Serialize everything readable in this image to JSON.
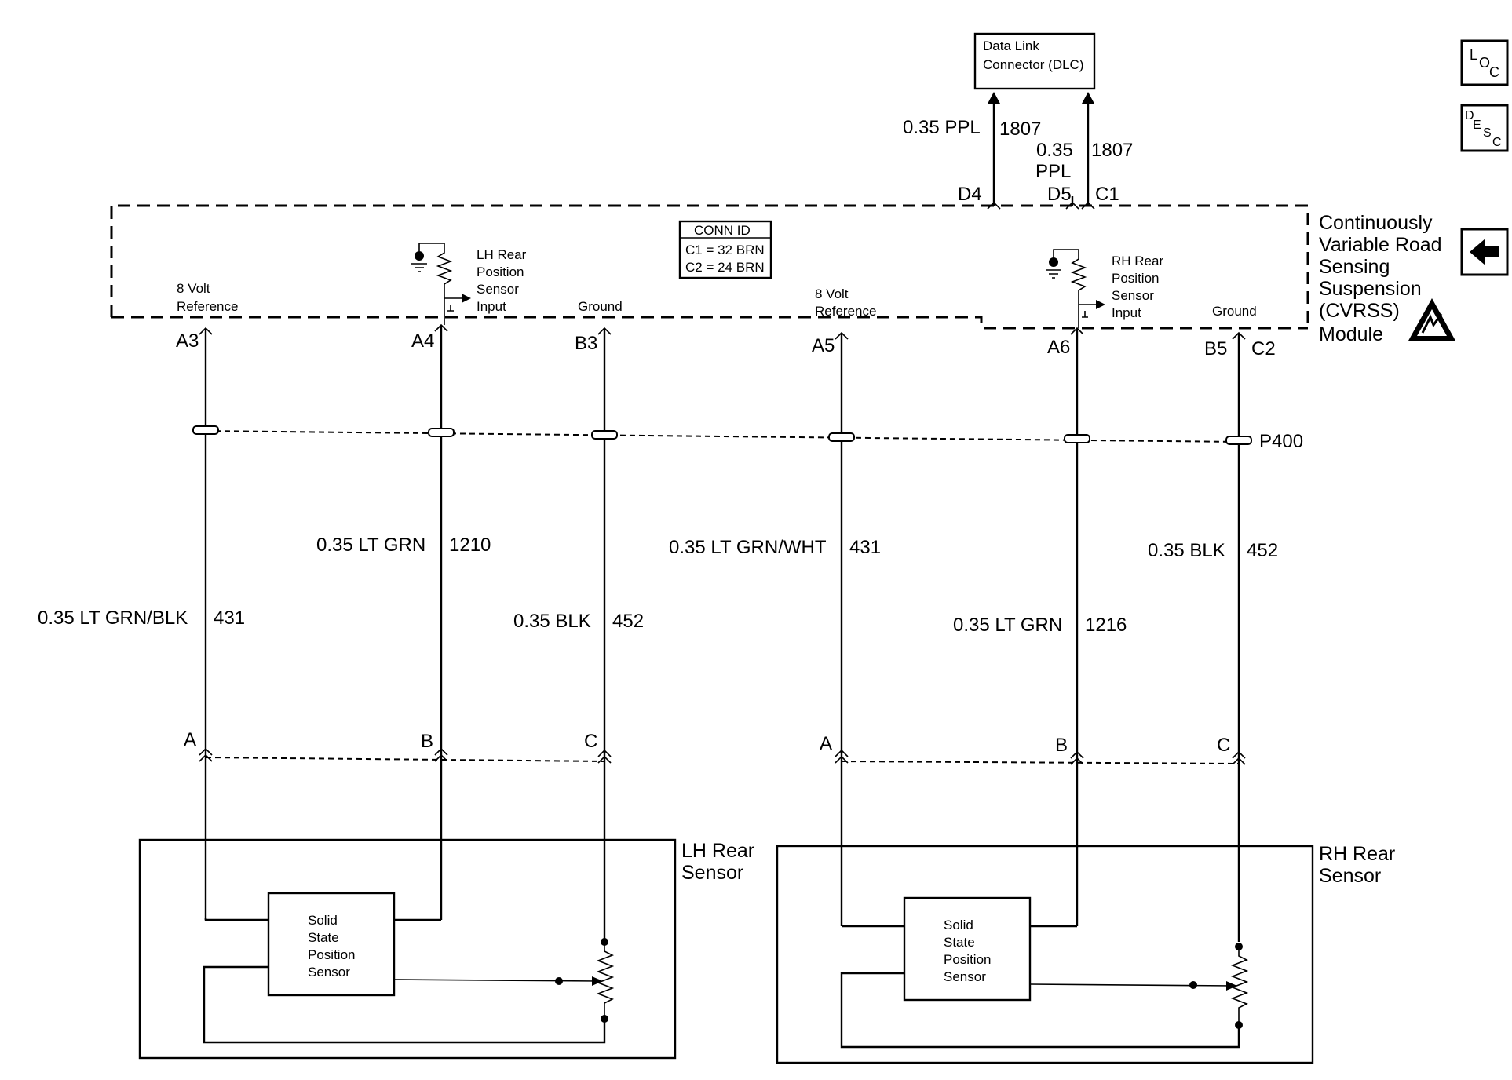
{
  "dlc": {
    "line1": "Data Link",
    "line2": "Connector (DLC)"
  },
  "dlc_wires": {
    "left": {
      "gauge_color": "0.35 PPL",
      "circuit": "1807",
      "pin": "D4"
    },
    "right": {
      "gauge": "0.35",
      "color": "PPL",
      "circuit": "1807",
      "pin_a": "D5",
      "pin_b": "C1"
    }
  },
  "module": {
    "name_lines": [
      "Continuously",
      "Variable Road",
      "Sensing",
      "Suspension",
      "(CVRSS)",
      "Module"
    ],
    "conn_id": {
      "title": "CONN ID",
      "c1": "C1 = 32 BRN",
      "c2": "C2 = 24 BRN"
    },
    "connector_c2": "C2",
    "inputs": [
      {
        "pin": "A3",
        "label_lines": [
          "8 Volt",
          "Reference"
        ]
      },
      {
        "pin": "A4",
        "label_lines": [
          "LH Rear",
          "Position",
          "Sensor",
          "Input"
        ]
      },
      {
        "pin": "B3",
        "label_lines": [
          "Ground"
        ]
      },
      {
        "pin": "A5",
        "label_lines": [
          "8 Volt",
          "Reference"
        ]
      },
      {
        "pin": "A6",
        "label_lines": [
          "RH Rear",
          "Position",
          "Sensor",
          "Input"
        ]
      },
      {
        "pin": "B5",
        "label_lines": [
          "Ground"
        ]
      }
    ]
  },
  "inline_connector": "P400",
  "wires": [
    {
      "label": "0.35 LT GRN/BLK",
      "circuit": "431"
    },
    {
      "label": "0.35 LT GRN",
      "circuit": "1210"
    },
    {
      "label": "0.35 BLK",
      "circuit": "452"
    },
    {
      "label": "0.35 LT GRN/WHT",
      "circuit": "431"
    },
    {
      "label": "0.35 LT GRN",
      "circuit": "1216"
    },
    {
      "label": "0.35 BLK",
      "circuit": "452"
    }
  ],
  "sensor_pins": [
    "A",
    "B",
    "C",
    "A",
    "B",
    "C"
  ],
  "sensors": [
    {
      "name_lines": [
        "LH Rear",
        "Sensor"
      ],
      "inner_lines": [
        "Solid",
        "State",
        "Position",
        "Sensor"
      ]
    },
    {
      "name_lines": [
        "RH Rear",
        "Sensor"
      ],
      "inner_lines": [
        "Solid",
        "State",
        "Position",
        "Sensor"
      ]
    }
  ],
  "side_buttons": [
    {
      "icon": "loc-icon",
      "main": "L",
      "sub": "O",
      "sub2": "C"
    },
    {
      "icon": "desc-icon",
      "main": "D",
      "sub": "E",
      "sub2": "S",
      "sub3": "C"
    },
    {
      "icon": "back-arrow-icon",
      "glyph": "arrow-left"
    }
  ],
  "esd_icon": "esd-warning-icon"
}
